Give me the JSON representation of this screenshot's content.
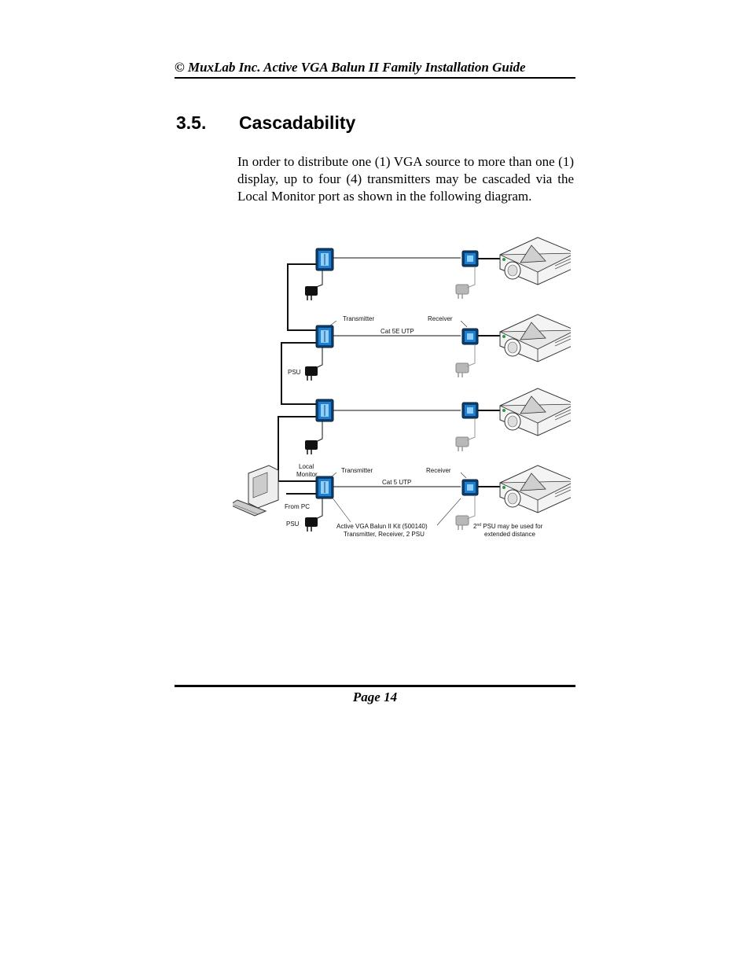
{
  "header": {
    "title": "© MuxLab Inc.   Active VGA Balun II Family Installation Guide"
  },
  "section": {
    "number": "3.5.",
    "title": "Cascadability",
    "paragraph": "In order to distribute one (1) VGA source to more than one (1) display, up to four (4) transmitters may be cascaded via the Local Monitor port as shown in the following diagram."
  },
  "diagram": {
    "labels": {
      "transmitter_top": "Transmitter",
      "receiver_top": "Receiver",
      "cable_top": "Cat 5E UTP",
      "psu_top": "PSU",
      "local_monitor_line1": "Local",
      "local_monitor_line2": "Monitor",
      "transmitter_bottom": "Transmitter",
      "receiver_bottom": "Receiver",
      "cable_bottom": "Cat 5 UTP",
      "from_pc": "From PC",
      "psu_bottom": "PSU",
      "kit_line1": "Active VGA Balun II Kit (500140)",
      "kit_line2": "Transmitter, Receiver, 2 PSU",
      "psu2_prefix": "2",
      "psu2_sup": "nd",
      "psu2_line1_rest": " PSU may be used for",
      "psu2_line2": "extended distance"
    },
    "colors": {
      "device_blue": "#1e7fd0",
      "device_dark": "#0d3f6e",
      "cable": "#111111",
      "psu_gray": "#9a9a9a"
    }
  },
  "footer": {
    "page": "Page 14"
  }
}
